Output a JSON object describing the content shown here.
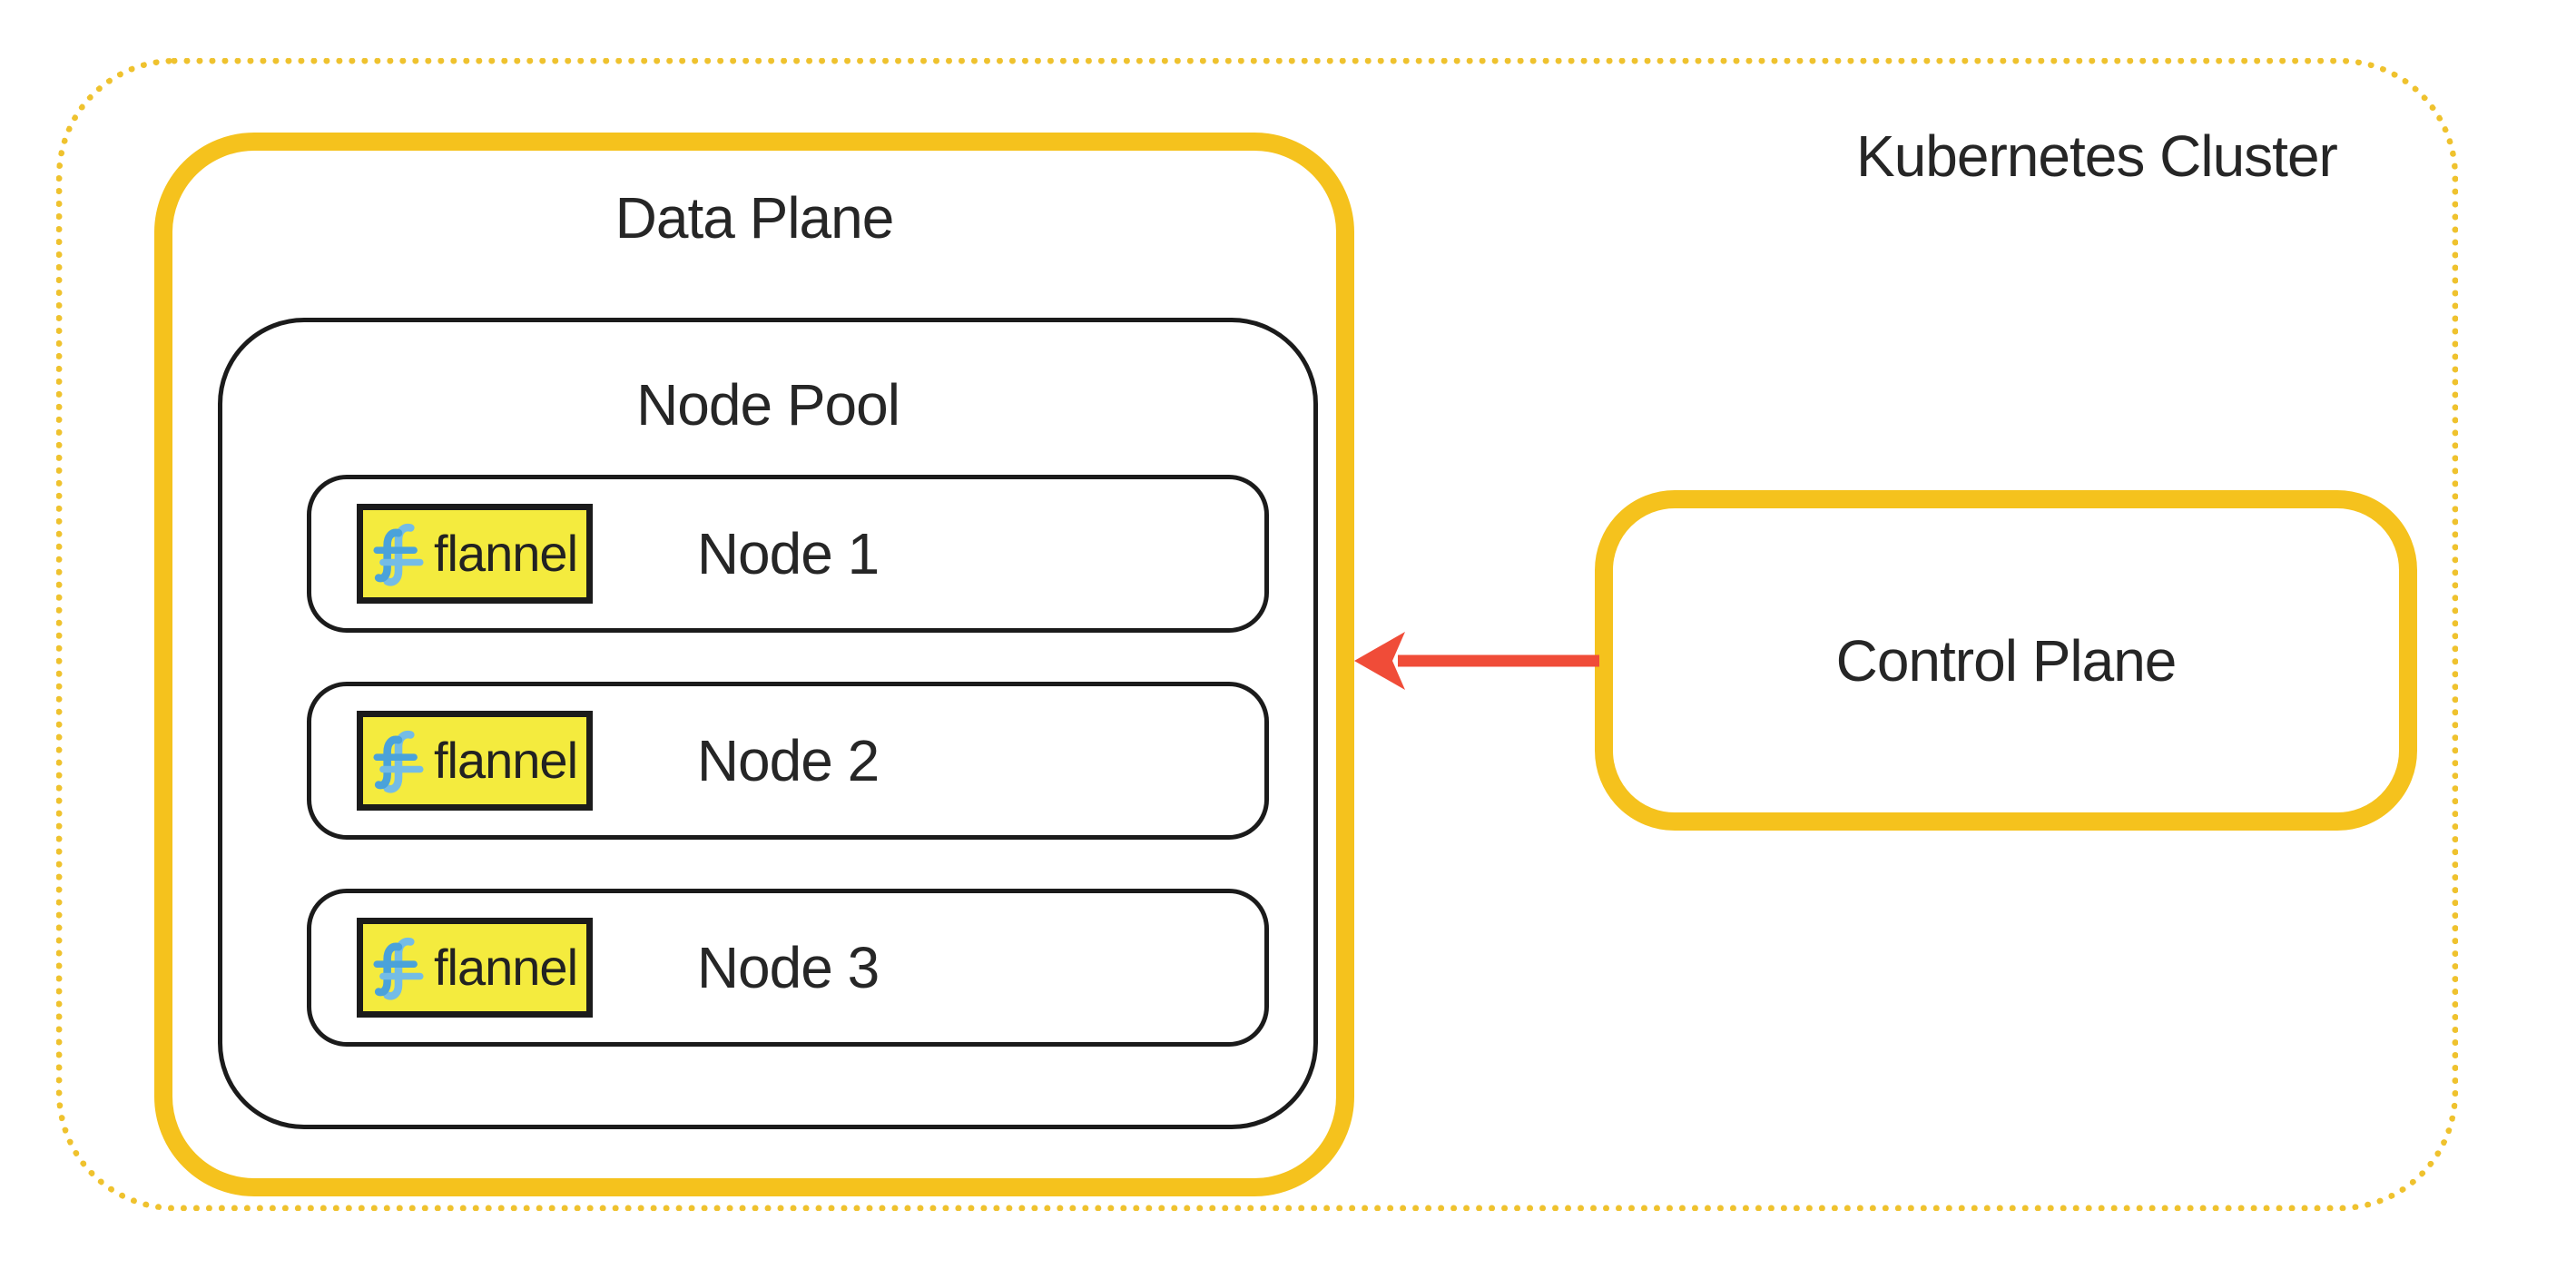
{
  "cluster": {
    "label": "Kubernetes Cluster"
  },
  "data_plane": {
    "label": "Data Plane"
  },
  "node_pool": {
    "label": "Node Pool",
    "nodes": [
      {
        "label": "Node 1",
        "badge_label": "flannel"
      },
      {
        "label": "Node 2",
        "badge_label": "flannel"
      },
      {
        "label": "Node 3",
        "badge_label": "flannel"
      }
    ]
  },
  "control_plane": {
    "label": "Control Plane"
  },
  "arrow": {
    "from": "Control Plane",
    "to": "Data Plane",
    "direction": "left"
  },
  "icons": {
    "flannel_logo": "flannel-logo-icon",
    "arrow": "arrow-left-icon"
  },
  "colors": {
    "accent_yellow": "#f5c21d",
    "dotted_yellow": "#efc22e",
    "badge_yellow": "#f4eb3e",
    "flannel_blue": "#4aa2da",
    "flannel_blue_light": "#74bce6",
    "arrow_red": "#f04c38",
    "stroke_black": "#1b1b1b",
    "text": "#262626"
  }
}
